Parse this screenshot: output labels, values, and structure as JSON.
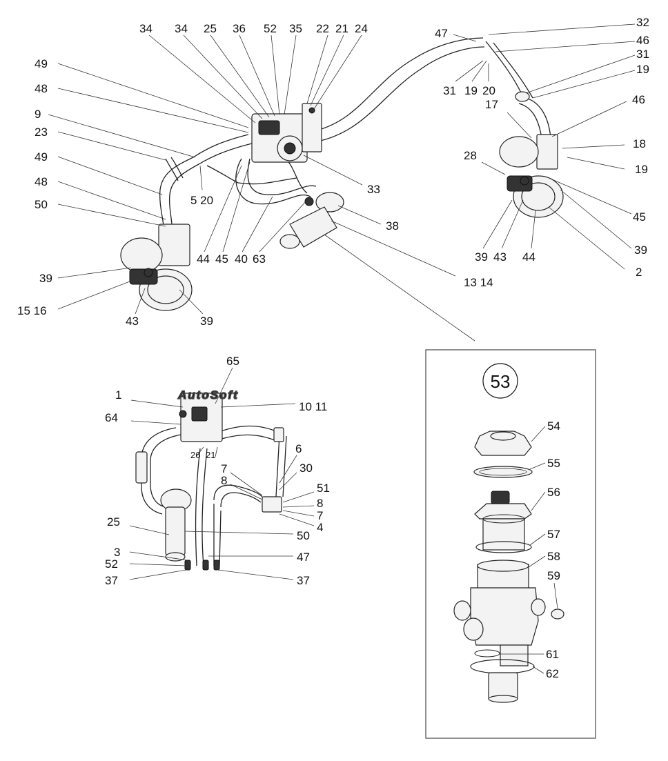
{
  "watermark": "AutoSoft",
  "detail_label": "53",
  "callouts": {
    "top": [
      "34",
      "34",
      "25",
      "36",
      "52",
      "35",
      "22",
      "21",
      "24"
    ],
    "left_upper": [
      "49",
      "48",
      "9",
      "23",
      "49",
      "48",
      "50",
      "39",
      "15 16",
      "43",
      "39"
    ],
    "center_upper": [
      "5 20",
      "44",
      "45",
      "40",
      "63",
      "33",
      "38",
      "13 14"
    ],
    "right_upper": [
      "47",
      "32",
      "46",
      "31",
      "19",
      "31",
      "19",
      "20",
      "17",
      "46",
      "18",
      "19",
      "28",
      "45",
      "39",
      "39",
      "43",
      "44",
      "2"
    ],
    "lower_left": [
      "65",
      "1",
      "10 11",
      "64",
      "26",
      "21",
      "6",
      "7",
      "30",
      "8",
      "51",
      "8",
      "7",
      "4",
      "25",
      "50",
      "3",
      "47",
      "52",
      "37",
      "37"
    ],
    "detail": [
      "54",
      "55",
      "56",
      "57",
      "58",
      "59",
      "61",
      "62"
    ]
  }
}
